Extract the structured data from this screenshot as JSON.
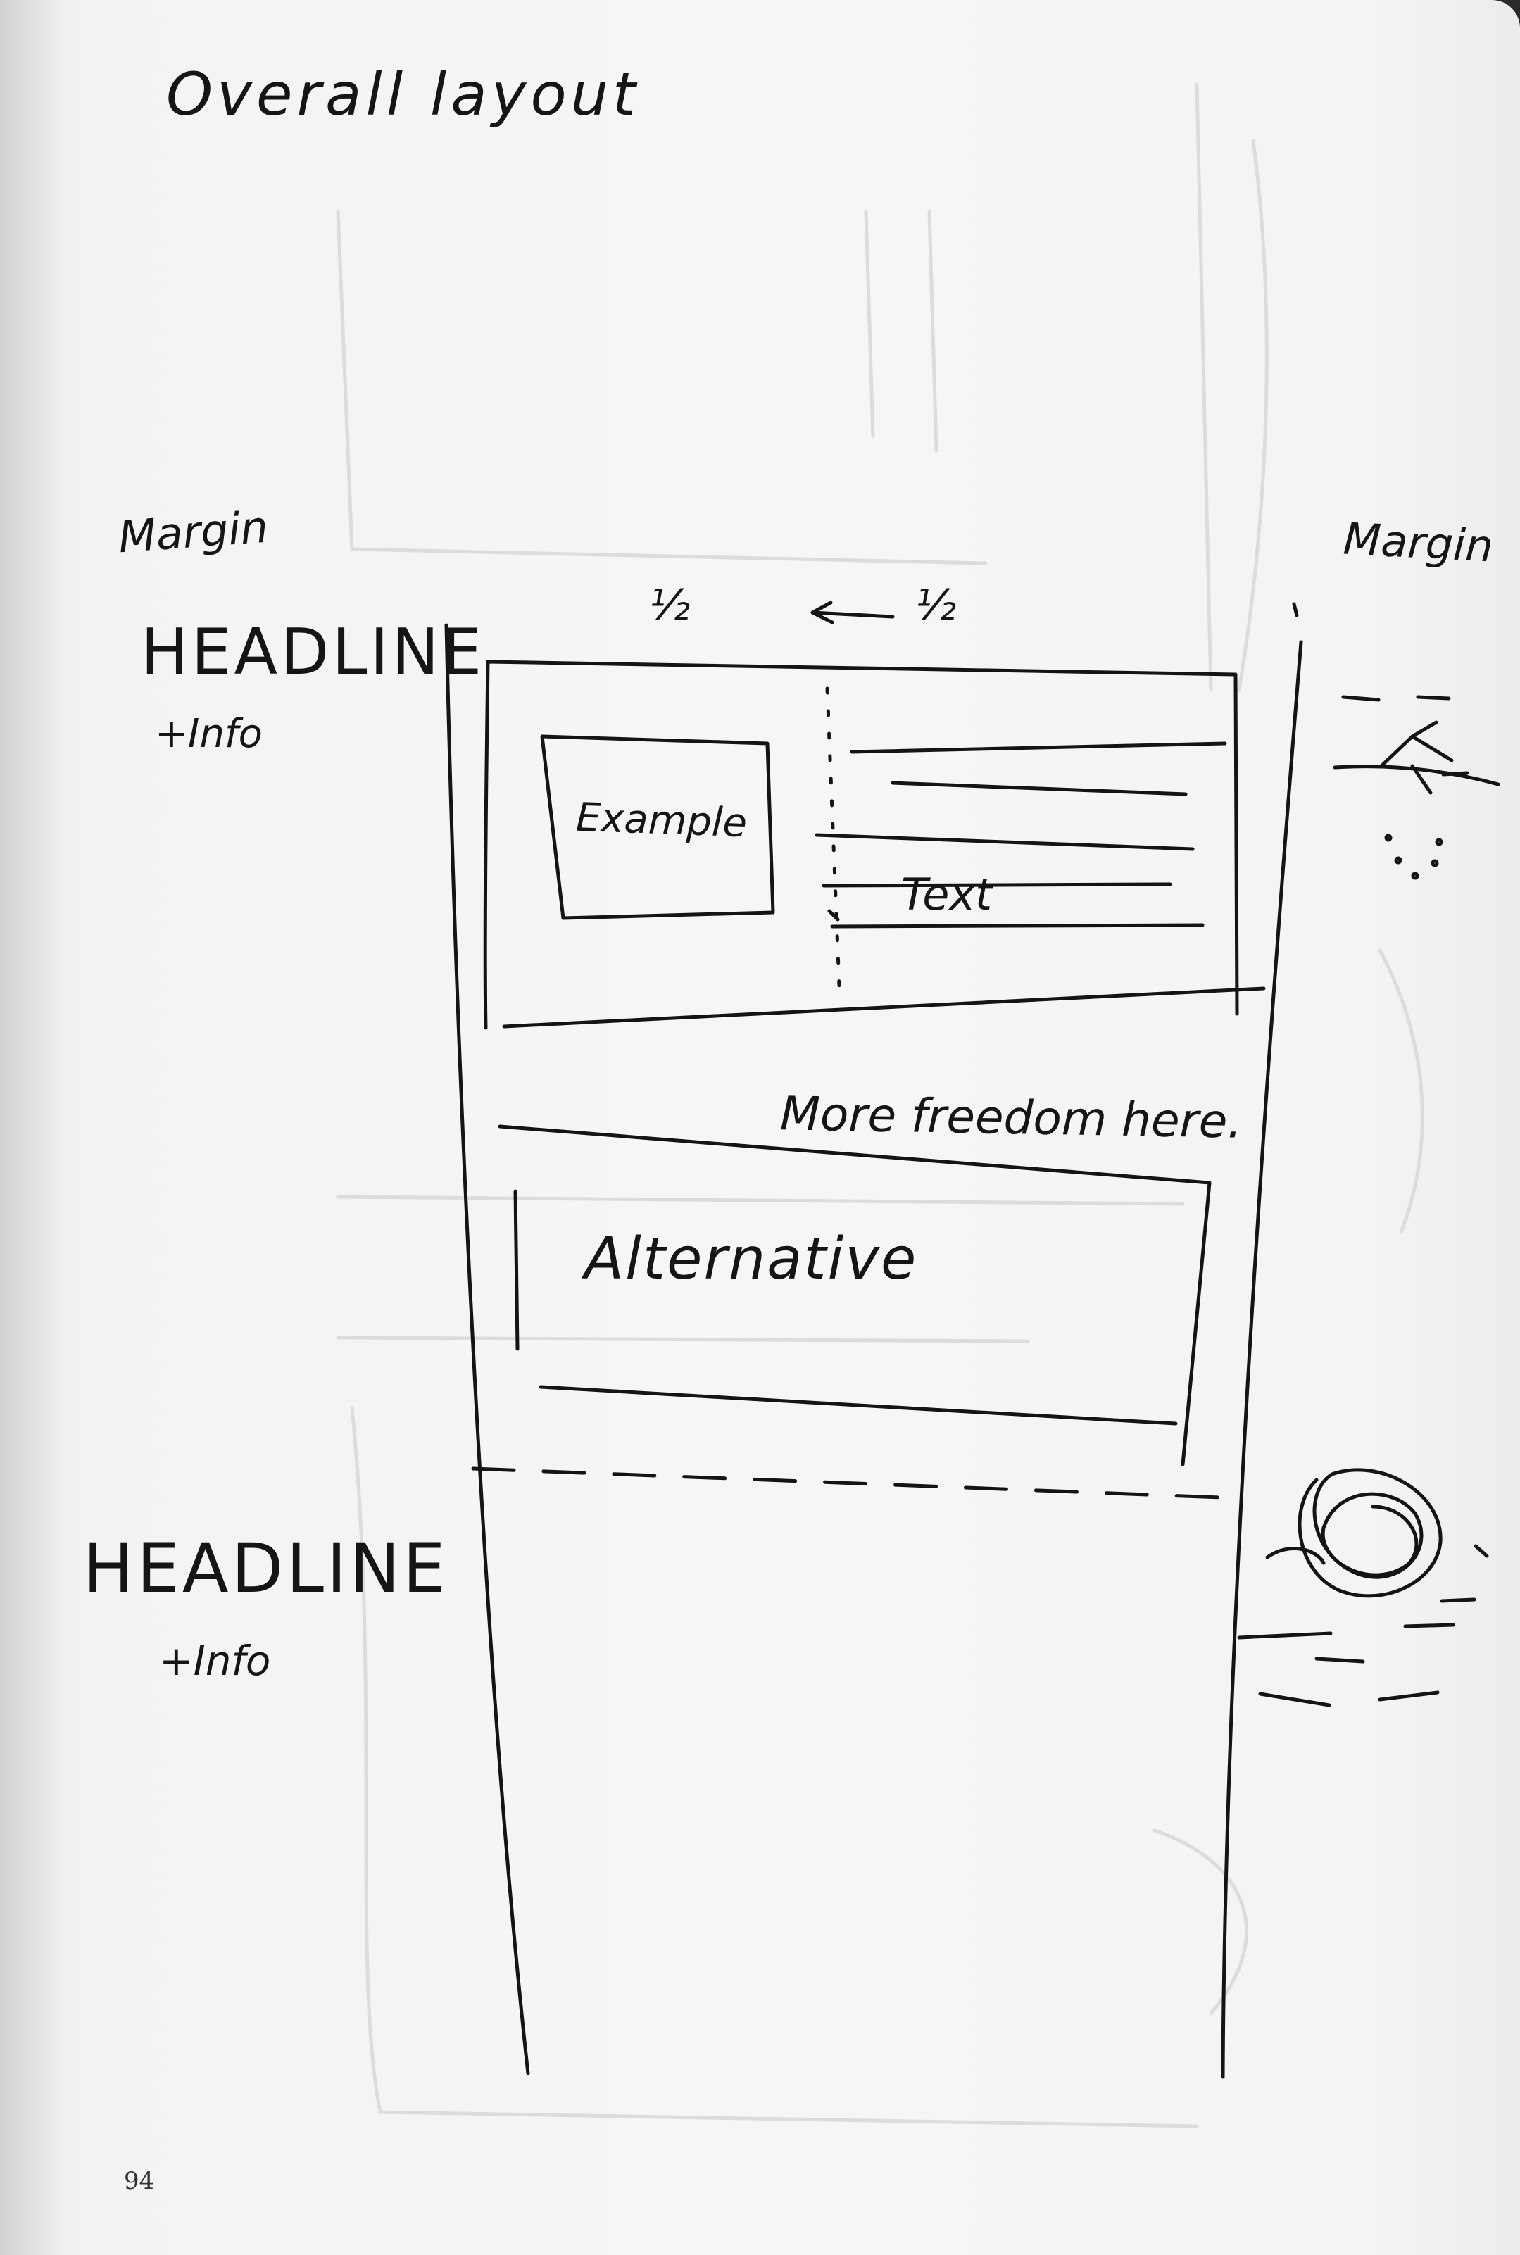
{
  "title": "Overall layout",
  "margins": {
    "left_label": "Margin",
    "right_label": "Margin"
  },
  "top_section": {
    "headline": "HEADLINE",
    "info": "+Info",
    "fraction_left": "½",
    "fraction_right": "½",
    "arrow": "←",
    "example_label": "Example",
    "text_label": "Text"
  },
  "middle_section": {
    "note": "More freedom here.",
    "alternative_label": "Alternative"
  },
  "bottom_section": {
    "headline": "HEADLINE",
    "info": "+Info"
  },
  "page_number": "94",
  "colors": {
    "paper": "#f5f5f5",
    "ink": "#141414",
    "pencil_ghost": "#d8d8d8"
  }
}
